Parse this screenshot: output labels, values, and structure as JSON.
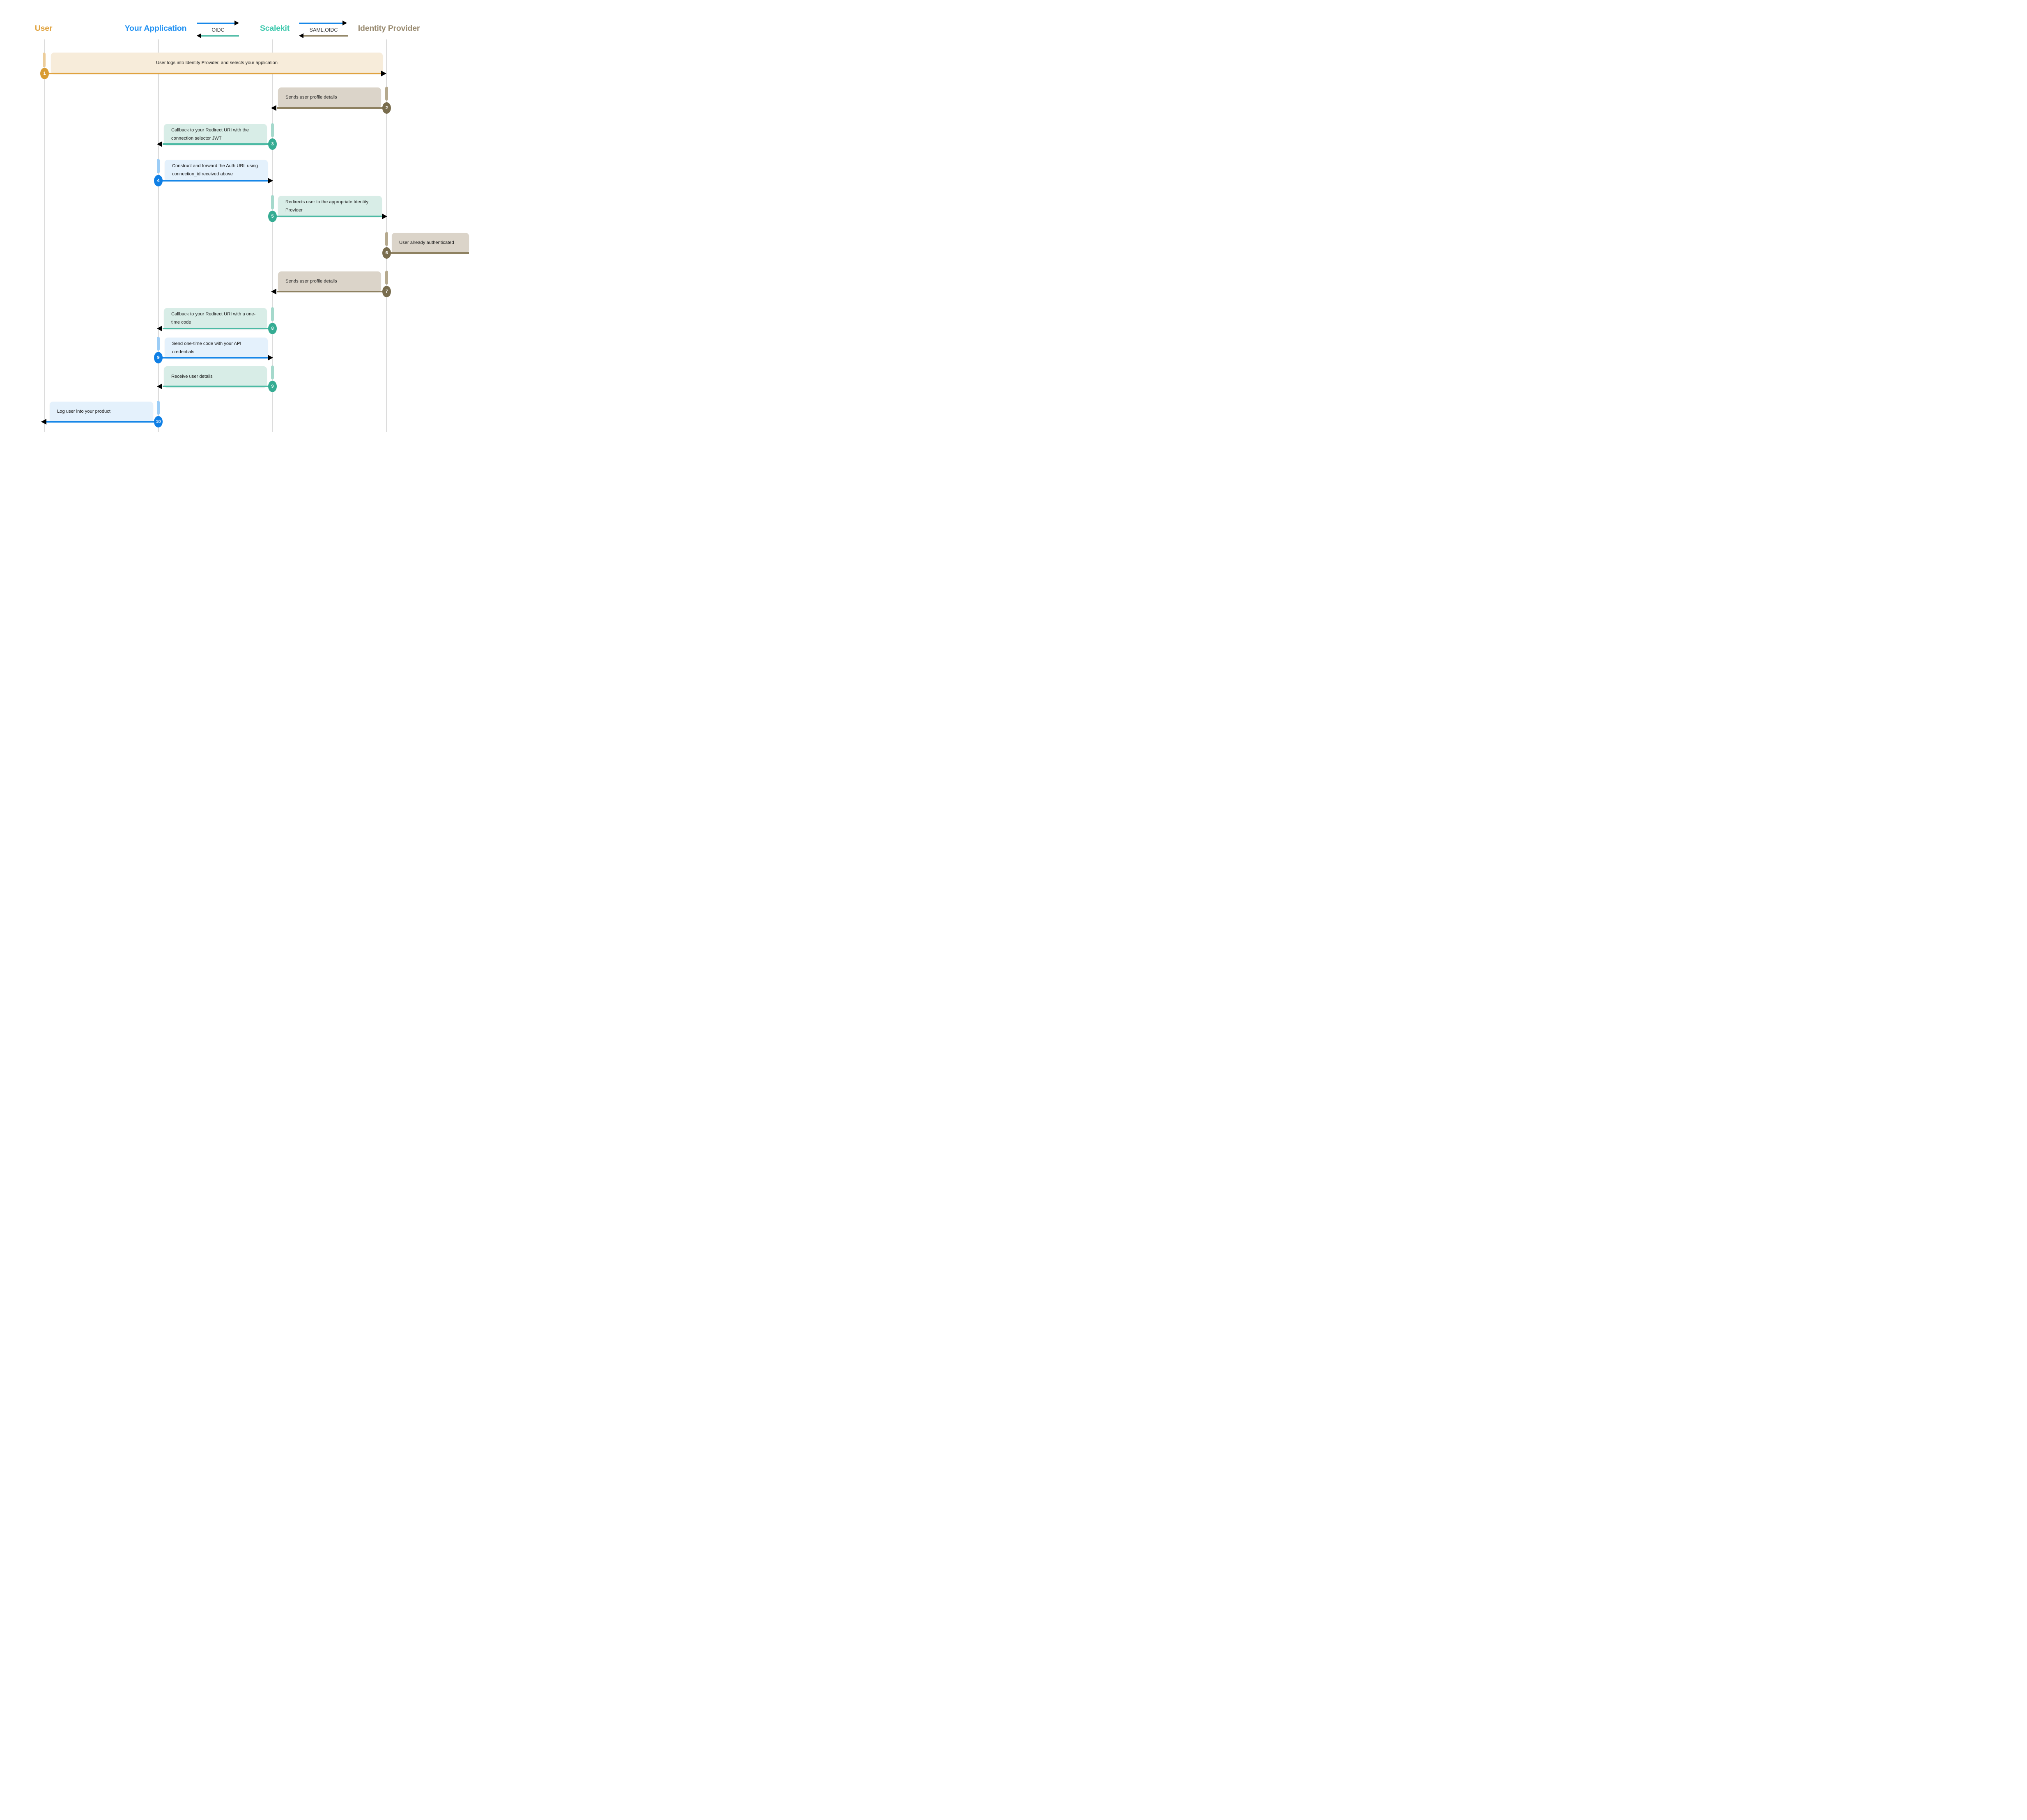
{
  "diagram_type": "sequence-diagram",
  "actors": [
    {
      "id": "user",
      "label": "User",
      "color": "#E0A23E"
    },
    {
      "id": "app",
      "label": "Your Application",
      "color": "#2191F2"
    },
    {
      "id": "scalekit",
      "label": "Scalekit",
      "color": "#3FC9AE"
    },
    {
      "id": "idp",
      "label": "Identity Provider",
      "color": "#998B71"
    }
  ],
  "protocols": [
    {
      "label": "OIDC",
      "between": [
        "app",
        "scalekit"
      ],
      "right_arrow_color": "#1787E8",
      "left_arrow_color": "#4CBAA4"
    },
    {
      "label": "SAML,OIDC",
      "between": [
        "scalekit",
        "idp"
      ],
      "right_arrow_color": "#1787E8",
      "left_arrow_color": "#8E8161"
    }
  ],
  "steps": [
    {
      "num": "1",
      "text": "User logs into Identity Provider, and selects your application",
      "from": "user",
      "to": "idp",
      "color": "#E0A23E",
      "note_bg": "#F7ECDA"
    },
    {
      "num": "2",
      "text": "Sends user profile details",
      "from": "idp",
      "to": "scalekit",
      "color": "#8E8161",
      "note_bg": "#DBD4C9"
    },
    {
      "num": "3",
      "text": "Callback to your Redirect URI with the connection selector JWT",
      "from": "scalekit",
      "to": "app",
      "color": "#4CBAA4",
      "note_bg": "#D8EDE7"
    },
    {
      "num": "4",
      "text": "Construct and forward the Auth URL using connection_id received above",
      "from": "app",
      "to": "scalekit",
      "color": "#1787E8",
      "note_bg": "#E4F1FC"
    },
    {
      "num": "5",
      "text": "Redirects user to the appropriate Identity Provider",
      "from": "scalekit",
      "to": "idp",
      "color": "#4CBAA4",
      "note_bg": "#D8EDE7"
    },
    {
      "num": "6",
      "text": "User already authenticated",
      "from": "idp",
      "to": "idp",
      "color": "#8E8161",
      "note_bg": "#DBD4C9"
    },
    {
      "num": "7",
      "text": "Sends user profile details",
      "from": "idp",
      "to": "scalekit",
      "color": "#8E8161",
      "note_bg": "#DBD4C9"
    },
    {
      "num": "8",
      "text": "Callback to your Redirect URI with a one-time code",
      "from": "scalekit",
      "to": "app",
      "color": "#4CBAA4",
      "note_bg": "#D8EDE7"
    },
    {
      "num": "9",
      "text": "Send one-time code with your API credentials",
      "from": "app",
      "to": "scalekit",
      "color": "#1787E8",
      "note_bg": "#E4F1FC"
    },
    {
      "num": "9",
      "text": "Receive user details",
      "from": "scalekit",
      "to": "app",
      "color": "#4CBAA4",
      "note_bg": "#D8EDE7"
    },
    {
      "num": "10",
      "text": "Log user into your product",
      "from": "app",
      "to": "user",
      "color": "#1787E8",
      "note_bg": "#E4F1FC"
    }
  ],
  "colors": {
    "lifeline": "#DCDCDC",
    "note_text": "#1B1B1B",
    "protocol_label": "#3A3A3A",
    "background": "#FFFFFF"
  }
}
